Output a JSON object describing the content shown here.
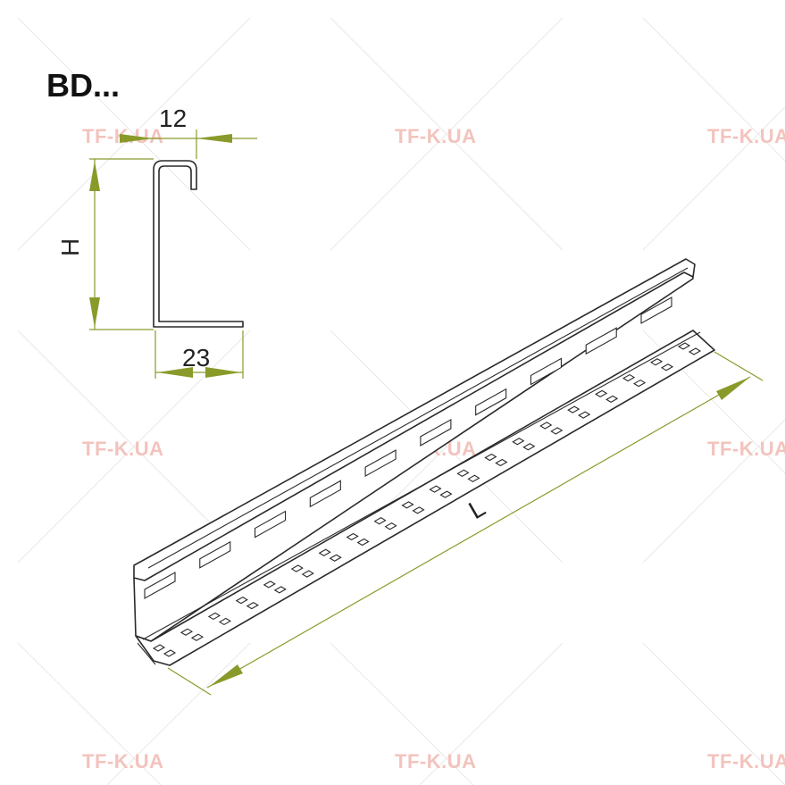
{
  "title": "BD...",
  "watermark": "TF-K.UA",
  "dimensions": {
    "width_top": "12",
    "height": "H",
    "width_bottom": "23",
    "length": "L"
  },
  "colors": {
    "dimension": "#8a9a2a",
    "watermark": "#f3c3bd",
    "outline": "#2a2a2a"
  }
}
